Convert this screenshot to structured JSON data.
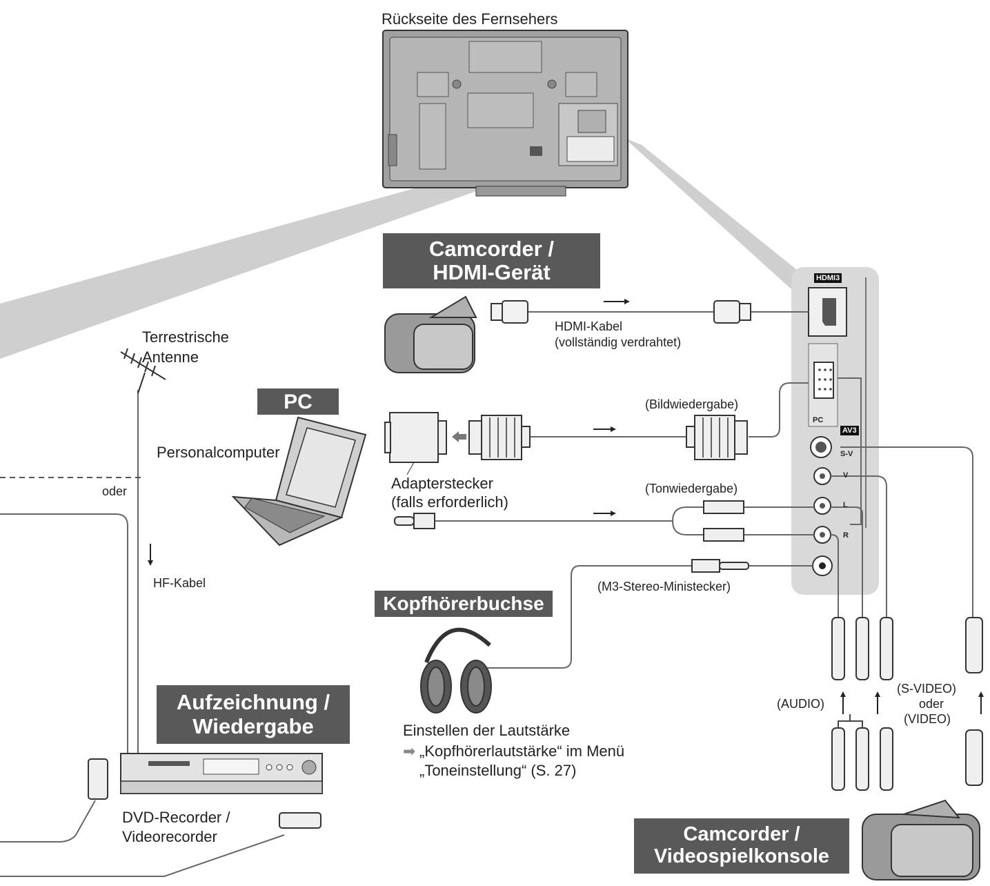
{
  "tv": {
    "title": "Rückseite des Fernsehers"
  },
  "sections": {
    "camcorder_hdmi": {
      "line1": "Camcorder /",
      "line2": "HDMI-Gerät"
    },
    "pc": {
      "title": "PC"
    },
    "headphone": {
      "title": "Kopfhörerbuchse"
    },
    "recording": {
      "line1": "Aufzeichnung /",
      "line2": "Wiedergabe"
    },
    "camcorder_console": {
      "line1": "Camcorder /",
      "line2": "Videospielkonsole"
    }
  },
  "labels": {
    "hdmi_cable_1": "HDMI-Kabel",
    "hdmi_cable_2": "(vollständig verdrahtet)",
    "antenna_1": "Terrestrische",
    "antenna_2": "Antenne",
    "personal_computer": "Personalcomputer",
    "image_playback": "(Bildwiedergabe)",
    "adapter_1": "Adapterstecker",
    "adapter_2": "(falls erforderlich)",
    "sound_playback": "(Tonwiedergabe)",
    "or": "oder",
    "rf_cable": "HF-Kabel",
    "mini_plug": "(M3-Stereo-Ministecker)",
    "audio": "(AUDIO)",
    "svideo_1": "(S-VIDEO)",
    "svideo_2": "oder",
    "svideo_3": "(VIDEO)",
    "dvd_1": "DVD-Recorder /",
    "dvd_2": "Videorecorder"
  },
  "volume_note": {
    "line1": "Einstellen der Lautstärke",
    "line2": "„Kopfhörerlautstärke“ im Menü",
    "line3": "„Toneinstellung“ (S. 27)"
  },
  "panel": {
    "hdmi3": "HDMI3",
    "pc": "PC",
    "av3": "AV3",
    "sv": "S-V",
    "v": "V",
    "l": "L",
    "r": "R"
  },
  "colors": {
    "banner": "#595959",
    "panel": "#d9d9d9",
    "beam": "#cfcfcf",
    "line": "#555555"
  }
}
